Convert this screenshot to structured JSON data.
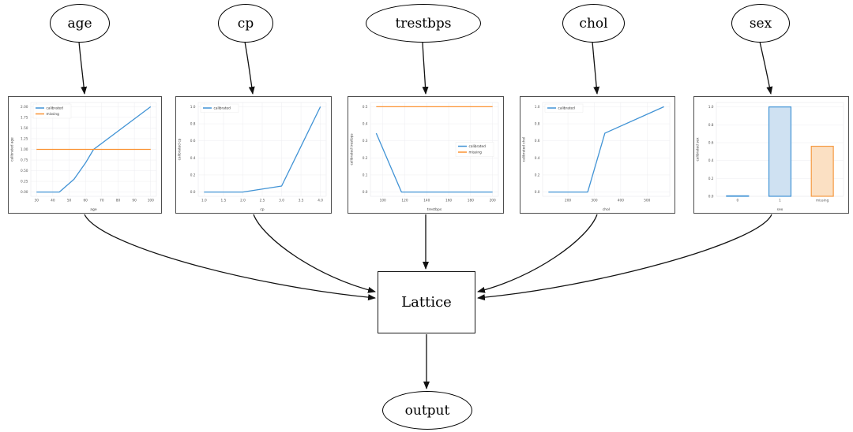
{
  "nodes": {
    "inputs": [
      {
        "label": "age"
      },
      {
        "label": "cp"
      },
      {
        "label": "trestbps"
      },
      {
        "label": "chol"
      },
      {
        "label": "sex"
      }
    ],
    "lattice": {
      "label": "Lattice"
    },
    "output": {
      "label": "output"
    }
  },
  "edges": [
    {
      "from": "age",
      "to": "age-calibrator"
    },
    {
      "from": "cp",
      "to": "cp-calibrator"
    },
    {
      "from": "trestbps",
      "to": "trestbps-calibrator"
    },
    {
      "from": "chol",
      "to": "chol-calibrator"
    },
    {
      "from": "sex",
      "to": "sex-calibrator"
    },
    {
      "from": "age-calibrator",
      "to": "Lattice"
    },
    {
      "from": "cp-calibrator",
      "to": "Lattice"
    },
    {
      "from": "trestbps-calibrator",
      "to": "Lattice"
    },
    {
      "from": "chol-calibrator",
      "to": "Lattice"
    },
    {
      "from": "sex-calibrator",
      "to": "Lattice"
    },
    {
      "from": "Lattice",
      "to": "output"
    }
  ],
  "colors": {
    "calibrated_line": "#4193d5",
    "missing_line": "#fb9333",
    "bar_blue_fill": "#cfe1f2",
    "bar_orange_fill": "#fbe0c3",
    "bar_orange_stroke": "#f59a42",
    "edge": "#111111",
    "chart_border": "#4d4d4d"
  },
  "chart_data": [
    {
      "name": "age",
      "type": "line",
      "xlabel": "age",
      "ylabel": "calibrated age",
      "xlim": [
        26.5,
        103.5
      ],
      "ylim": [
        -0.1,
        2.1
      ],
      "xticks": [
        30,
        40,
        50,
        60,
        70,
        80,
        90,
        100
      ],
      "xtick_labels": [
        "30",
        "40",
        "50",
        "60",
        "70",
        "80",
        "90",
        "100"
      ],
      "yticks": [
        0,
        0.25,
        0.5,
        0.75,
        1.0,
        1.25,
        1.5,
        1.75,
        2.0
      ],
      "ytick_labels": [
        "0.00",
        "0.25",
        "0.50",
        "0.75",
        "1.00",
        "1.25",
        "1.50",
        "1.75",
        "2.00"
      ],
      "grid": true,
      "legend": {
        "show": true,
        "loc": "upper-left"
      },
      "series": [
        {
          "name": "calibrated",
          "color": "#4193d5",
          "points": [
            [
              30,
              0
            ],
            [
              44,
              0
            ],
            [
              53,
              0.3
            ],
            [
              60,
              0.68
            ],
            [
              65,
              1.0
            ],
            [
              100,
              2.0
            ]
          ]
        },
        {
          "name": "missing",
          "color": "#fb9333",
          "points": [
            [
              30,
              1.0
            ],
            [
              100,
              1.0
            ]
          ]
        }
      ]
    },
    {
      "name": "cp",
      "type": "line",
      "xlabel": "cp",
      "ylabel": "calibrated cp",
      "xlim": [
        0.85,
        4.15
      ],
      "ylim": [
        -0.05,
        1.05
      ],
      "xticks": [
        1.0,
        1.5,
        2.0,
        2.5,
        3.0,
        3.5,
        4.0
      ],
      "xtick_labels": [
        "1.0",
        "1.5",
        "2.0",
        "2.5",
        "3.0",
        "3.5",
        "4.0"
      ],
      "yticks": [
        0,
        0.2,
        0.4,
        0.6,
        0.8,
        1.0
      ],
      "ytick_labels": [
        "0.0",
        "0.2",
        "0.4",
        "0.6",
        "0.8",
        "1.0"
      ],
      "grid": true,
      "legend": {
        "show": true,
        "loc": "upper-left"
      },
      "series": [
        {
          "name": "calibrated",
          "color": "#4193d5",
          "points": [
            [
              1,
              0
            ],
            [
              2,
              0
            ],
            [
              3,
              0.07
            ],
            [
              4,
              1.0
            ]
          ]
        }
      ]
    },
    {
      "name": "trestbps",
      "type": "line",
      "xlabel": "trestbps",
      "ylabel": "calibrated trestbps",
      "xlim": [
        88.7,
        205.3
      ],
      "ylim": [
        -0.025,
        0.525
      ],
      "xticks": [
        100,
        120,
        140,
        160,
        180,
        200
      ],
      "xtick_labels": [
        "100",
        "120",
        "140",
        "160",
        "180",
        "200"
      ],
      "yticks": [
        0,
        0.1,
        0.2,
        0.3,
        0.4,
        0.5
      ],
      "ytick_labels": [
        "0.0",
        "0.1",
        "0.2",
        "0.3",
        "0.4",
        "0.5"
      ],
      "grid": true,
      "legend": {
        "show": true,
        "loc": "center-right"
      },
      "series": [
        {
          "name": "calibrated",
          "color": "#4193d5",
          "points": [
            [
              94,
              0.345
            ],
            [
              117,
              0
            ],
            [
              200,
              0
            ]
          ]
        },
        {
          "name": "missing",
          "color": "#fb9333",
          "points": [
            [
              94,
              0.5
            ],
            [
              200,
              0.5
            ]
          ]
        }
      ]
    },
    {
      "name": "chol",
      "type": "line",
      "xlabel": "chol",
      "ylabel": "calibrated chol",
      "xlim": [
        104,
        586
      ],
      "ylim": [
        -0.05,
        1.05
      ],
      "xticks": [
        200,
        300,
        400,
        500
      ],
      "xtick_labels": [
        "200",
        "300",
        "400",
        "500"
      ],
      "yticks": [
        0,
        0.2,
        0.4,
        0.6,
        0.8,
        1.0
      ],
      "ytick_labels": [
        "0.0",
        "0.2",
        "0.4",
        "0.6",
        "0.8",
        "1.0"
      ],
      "grid": true,
      "legend": {
        "show": true,
        "loc": "upper-left"
      },
      "series": [
        {
          "name": "calibrated",
          "color": "#4193d5",
          "points": [
            [
              126,
              0
            ],
            [
              275,
              0
            ],
            [
              340,
              0.69
            ],
            [
              564,
              1.0
            ]
          ]
        }
      ]
    },
    {
      "name": "sex",
      "type": "bar",
      "xlabel": "sex",
      "ylabel": "calibrated sex",
      "ylim": [
        0,
        1.05
      ],
      "categories": [
        "0",
        "1",
        "missing"
      ],
      "values": [
        0.005,
        1.0,
        0.56
      ],
      "bar_fill": [
        "#cfe1f2",
        "#cfe1f2",
        "#fbe0c3"
      ],
      "bar_stroke": [
        "#4193d5",
        "#4193d5",
        "#f59a42"
      ],
      "yticks": [
        0,
        0.2,
        0.4,
        0.6,
        0.8,
        1.0
      ],
      "ytick_labels": [
        "0.0",
        "0.2",
        "0.4",
        "0.6",
        "0.8",
        "1.0"
      ],
      "grid": true,
      "legend": {
        "show": false
      }
    }
  ]
}
